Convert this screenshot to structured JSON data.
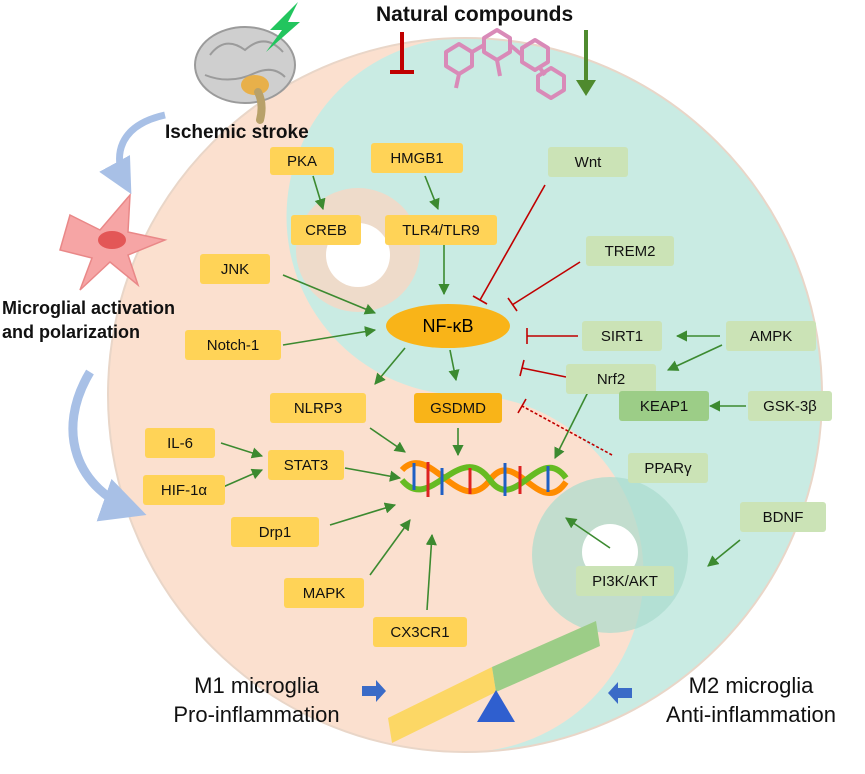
{
  "title": "Natural compounds",
  "stroke_label": "Ischemic stroke",
  "activation_label": [
    "Microglial activation",
    "and polarization"
  ],
  "m1_label": [
    "M1 microglia",
    "Pro-inflammation"
  ],
  "m2_label": [
    "M2 microglia",
    "Anti-inflammation"
  ],
  "hub": "NF-κB",
  "pro_nodes": {
    "pka": "PKA",
    "hmgb1": "HMGB1",
    "creb": "CREB",
    "tlr": "TLR4/TLR9",
    "jnk": "JNK",
    "notch": "Notch-1",
    "nlrp3": "NLRP3",
    "gsdmd": "GSDMD",
    "il6": "IL-6",
    "stat3": "STAT3",
    "hif": "HIF-1α",
    "drp1": "Drp1",
    "mapk": "MAPK",
    "cx3cr1": "CX3CR1"
  },
  "anti_nodes": {
    "wnt": "Wnt",
    "trem2": "TREM2",
    "sirt1": "SIRT1",
    "ampk": "AMPK",
    "nrf2": "Nrf2",
    "keap1": "KEAP1",
    "gsk": "GSK-3β",
    "ppar": "PPARγ",
    "bdnf": "BDNF",
    "pi3k": "PI3K/AKT"
  },
  "colors": {
    "pro_region": "#fbe0cf",
    "anti_region": "#c9ebe3",
    "pro_node": "#ffd357",
    "pro_node_dark": "#f9b418",
    "anti_node": "#cbe3b6",
    "anti_node_dark": "#9ccd87",
    "activation_arrow": "#2e7d32",
    "inhibition": "#c00000",
    "molecule": "#d98ab8",
    "blue_arrow": "#3a6bc7"
  }
}
